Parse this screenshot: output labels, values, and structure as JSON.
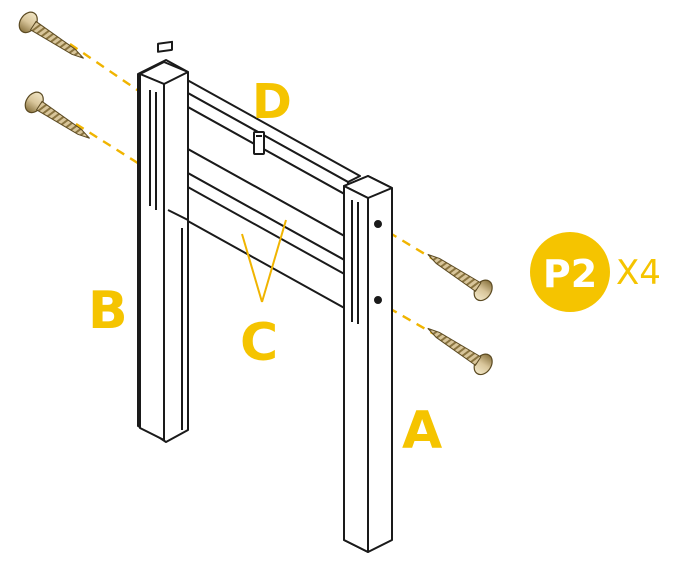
{
  "labels": {
    "part_a": "A",
    "part_b": "B",
    "part_c": "C",
    "part_d": "D"
  },
  "hardware": {
    "badge": "P2",
    "quantity": "X4"
  },
  "colors": {
    "accent": "#f5c400",
    "line": "#1a1a1a",
    "screw_body": "#d8c59a",
    "screw_shadow": "#8a7440",
    "guide": "#f0b400"
  },
  "icons": {
    "screws": [
      "screw-icon",
      "screw-icon",
      "screw-icon",
      "screw-icon"
    ]
  }
}
